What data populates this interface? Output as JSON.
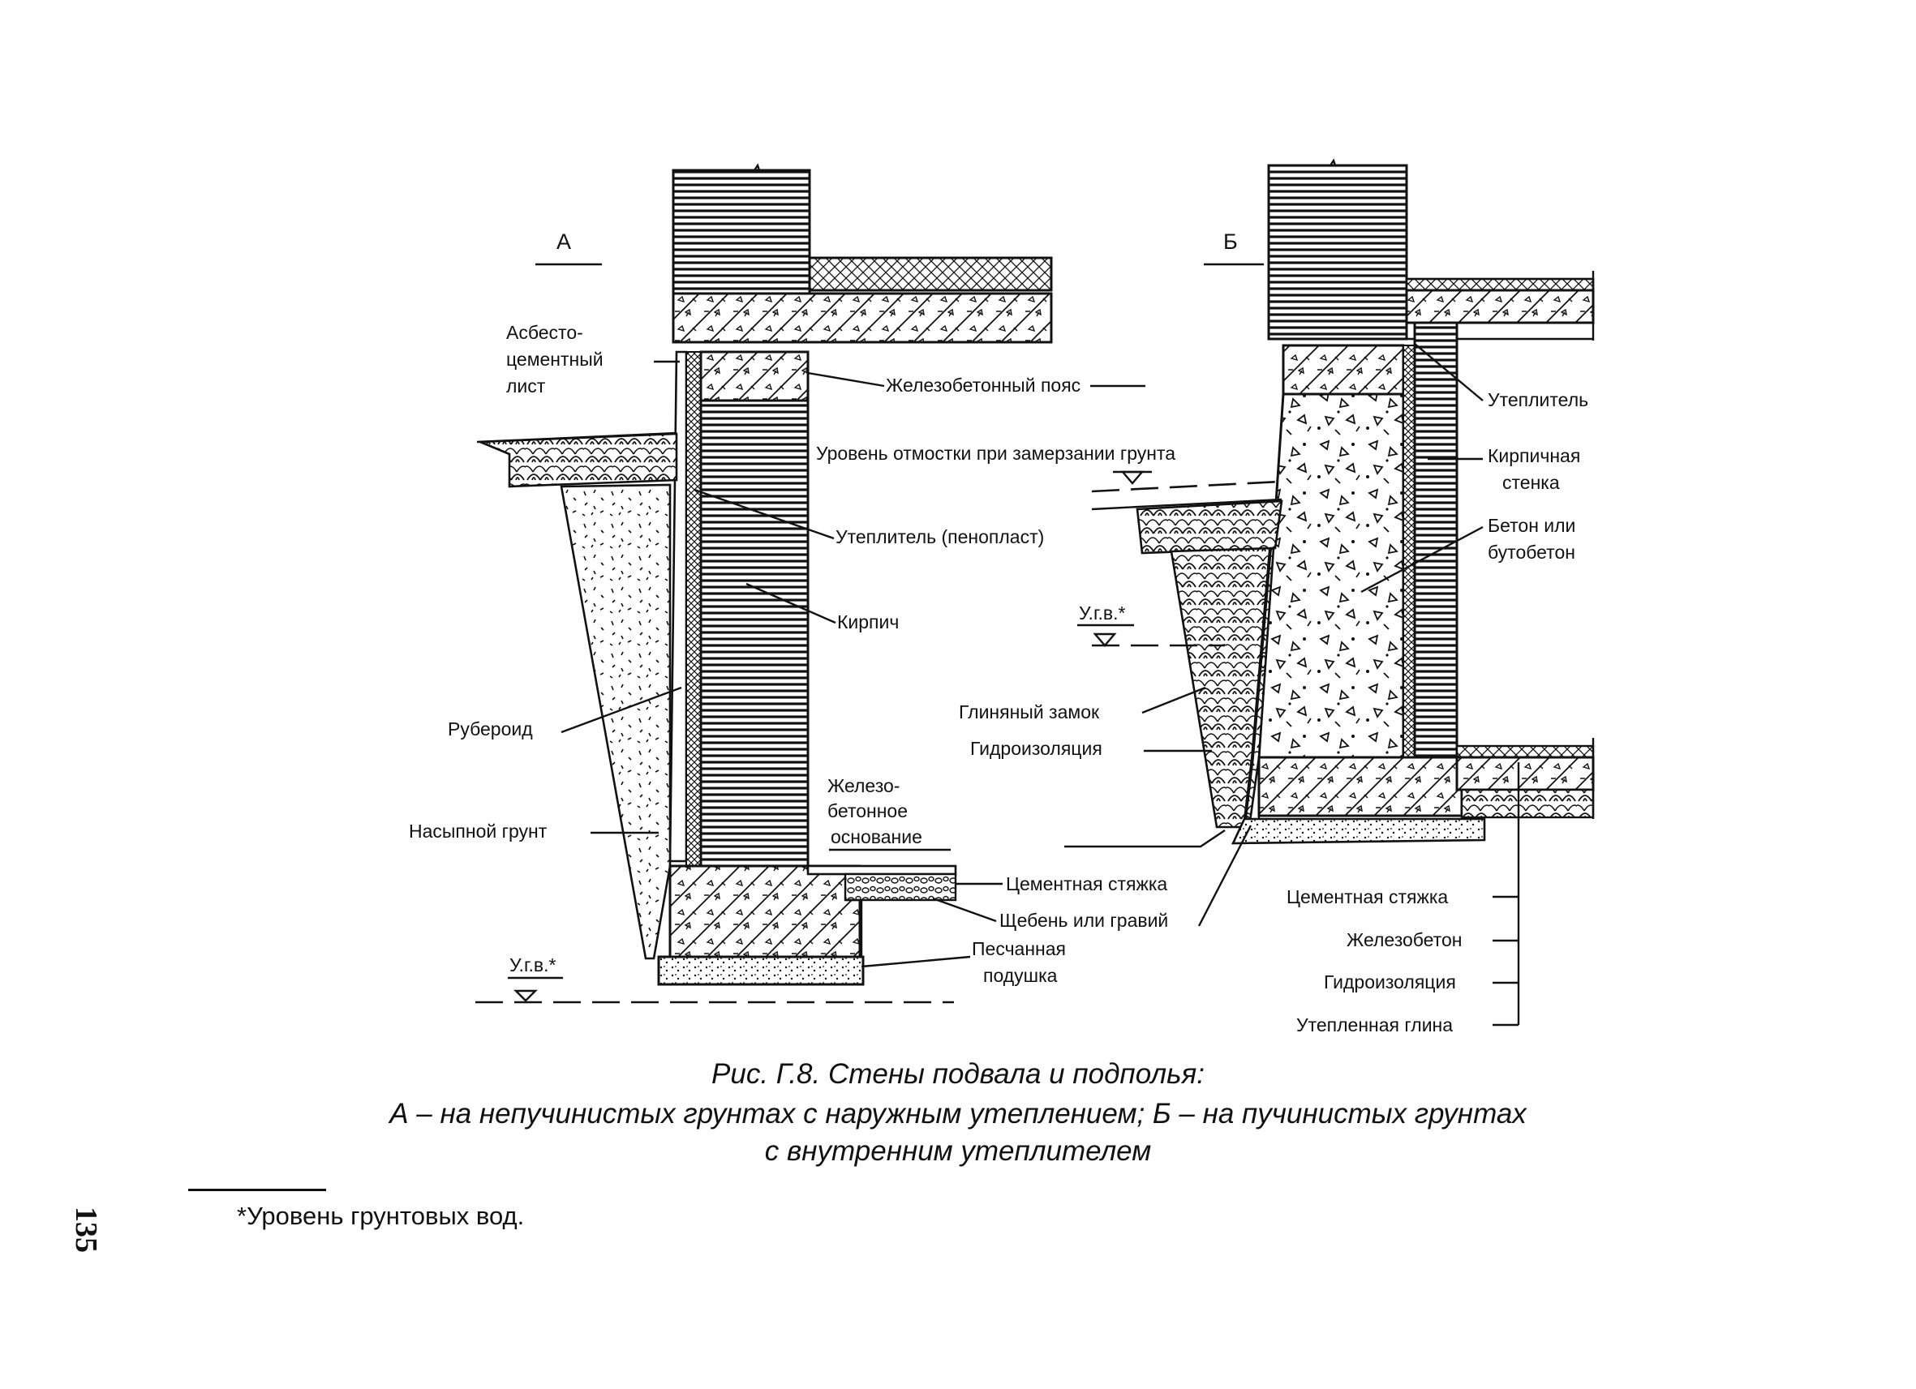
{
  "figure": {
    "section_a_label": "А",
    "section_b_label": "Б",
    "labels_a": {
      "asbestos_sheet_1": "Асбесто-",
      "asbestos_sheet_2": "цементный",
      "asbestos_sheet_3": "лист",
      "rc_belt": "Железобетонный пояс",
      "blind_area_level": "Уровень отмостки при замерзании грунта",
      "insulation_foam": "Утеплитель (пенопласт)",
      "brick": "Кирпич",
      "ruberoid": "Рубероид",
      "backfill": "Насыпной грунт",
      "rc_base_1": "Железо-",
      "rc_base_2": "бетонное",
      "rc_base_3": "основание",
      "cement_screed": "Цементная стяжка",
      "gravel": "Щебень или гравий",
      "sand_cushion_1": "Песчанная",
      "sand_cushion_2": "подушка",
      "groundwater": "У.г.в.*"
    },
    "labels_b": {
      "insulation": "Утеплитель",
      "brick_wall_1": "Кирпичная",
      "brick_wall_2": "стенка",
      "concrete_1": "Бетон или",
      "concrete_2": "бутобетон",
      "groundwater": "У.г.в.*",
      "clay_lock": "Глиняный замок",
      "waterproofing": "Гидроизоляция",
      "cement_screed": "Цементная стяжка",
      "reinforced_concrete": "Железобетон",
      "waterproofing_2": "Гидроизоляция",
      "insulated_clay": "Утепленная глина"
    }
  },
  "caption": {
    "line1": "Рис. Г.8. Стены подвала и подполья:",
    "line2": "А – на непучинистых грунтах с наружным утеплением; Б – на пучинистых грунтах",
    "line3": "с внутренним утеплителем"
  },
  "footnote": "*Уровень грунтовых вод.",
  "page_number": "135"
}
